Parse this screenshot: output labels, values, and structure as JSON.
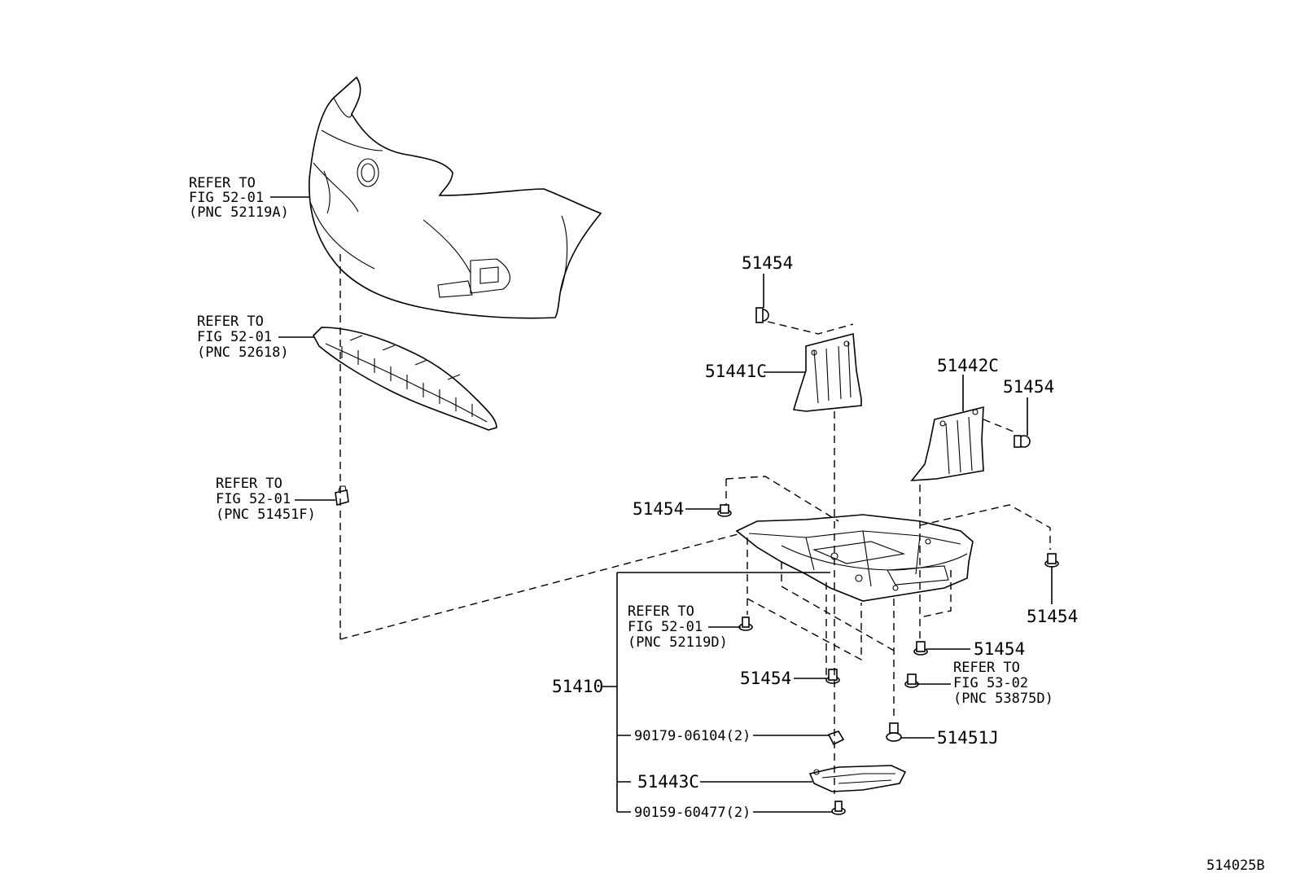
{
  "labels": {
    "bumper_ref": [
      "REFER TO",
      "FIG 52-01",
      "(PNC 52119A)"
    ],
    "absorber_ref": [
      "REFER TO",
      "FIG 52-01",
      "(PNC 52618)"
    ],
    "clip_ref": [
      "REFER TO",
      "FIG 52-01",
      "(PNC 51451F)"
    ],
    "p51454_top": "51454",
    "p51441C": "51441C",
    "p51442C": "51442C",
    "p51454_right_upper": "51454",
    "p51454_left_mid": "51454",
    "p51454_right_lower": "51454",
    "screw_ref": [
      "REFER TO",
      "FIG 52-01",
      "(PNC 52119D)"
    ],
    "p51454_below_right": "51454",
    "p53_ref": [
      "REFER TO",
      "FIG 53-02",
      "(PNC 53875D)"
    ],
    "p51454_center": "51454",
    "p51410": "51410",
    "p90179": "90179-06104(2)",
    "p51451J": "51451J",
    "p51443C": "51443C",
    "p90159": "90159-60477(2)",
    "figure_id": "514025B"
  }
}
